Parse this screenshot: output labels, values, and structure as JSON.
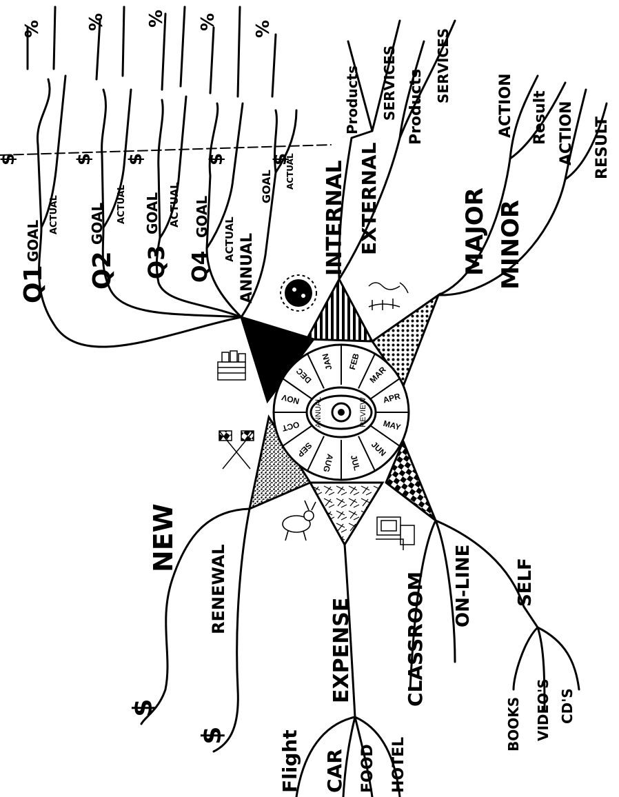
{
  "center": {
    "inner_top": "ANNUAL",
    "inner_bottom": "REVIEW",
    "months": [
      "JAN",
      "FEB",
      "MAR",
      "APR",
      "MAY",
      "JUN",
      "JUL",
      "AUG",
      "SEP",
      "OCT",
      "NOV",
      "DEC"
    ]
  },
  "goals_branch": {
    "main": "ANNUAL",
    "rows": [
      {
        "quarter": "Q1",
        "goal": "GOAL",
        "actual": "ACTUAL",
        "dollar": "$",
        "pct": "%"
      },
      {
        "quarter": "Q2",
        "goal": "GOAL",
        "actual": "ACTUAL",
        "dollar": "$",
        "pct": "%"
      },
      {
        "quarter": "Q3",
        "goal": "GOAL",
        "actual": "ACTUAL",
        "dollar": "$",
        "pct": "%"
      },
      {
        "quarter": "Q4",
        "goal": "GOAL",
        "actual": "ACTUAL",
        "dollar": "$",
        "pct": "%"
      }
    ],
    "annual_goal": "GOAL",
    "annual_actual": "ACTUAL",
    "annual_dollar": "$",
    "annual_pct": "%"
  },
  "products_branch": {
    "internal": "INTERNAL",
    "external": "EXTERNAL",
    "internal_children": [
      "Products",
      "SERVICES"
    ],
    "external_children": [
      "Products",
      "SERVICES"
    ]
  },
  "actions_branch": {
    "major": "MAJOR",
    "minor": "MINOR",
    "major_children": [
      "ACTION",
      "Result"
    ],
    "minor_children": [
      "ACTION",
      "RESULT"
    ]
  },
  "training_branch": {
    "classroom": "CLASSROOM",
    "online": "ON-LINE",
    "self": "SELF",
    "self_children": [
      "BOOKS",
      "VIDEO'S",
      "CD'S"
    ]
  },
  "expense_branch": {
    "main": "EXPENSE",
    "children": [
      "Flight",
      "CAR",
      "FOOD",
      "HOTEL"
    ]
  },
  "customers_branch": {
    "new": "NEW",
    "renewal": "RENEWAL",
    "new_value": "$",
    "renewal_value": "$"
  }
}
